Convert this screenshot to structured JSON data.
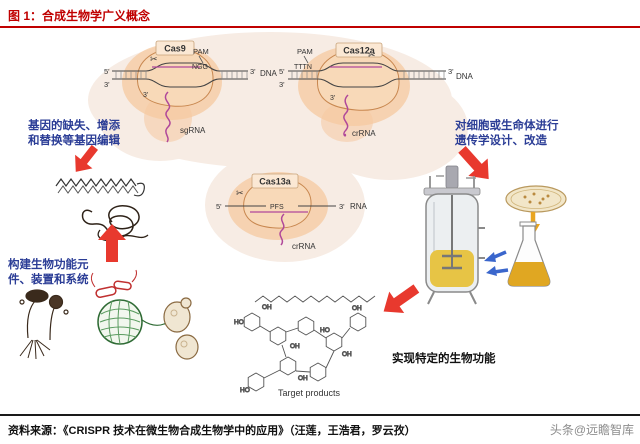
{
  "header": {
    "title": "图 1：合成生物学广义概念"
  },
  "footer": {
    "source": "资料来源：《CRISPR 技术在微生物合成生物学中的应用》（汪莲，王浩君，罗云孜）",
    "watermark": "头条@远瞻智库"
  },
  "colors": {
    "accent_red": "#c00000",
    "arrow_red": "#e8392e",
    "label_blue": "#2b3d96"
  },
  "cas9": {
    "name": "Cas9",
    "pam": "PAM",
    "seq": "NGG",
    "dna": "DNA",
    "guide": "sgRNA",
    "five_left": "5'",
    "three_left": "3'",
    "three_right": "3'",
    "three_guide": "3'"
  },
  "cas12a": {
    "name": "Cas12a",
    "pam": "PAM",
    "seq": "TTTN",
    "dna": "DNA",
    "guide": "crRNA",
    "five_left": "5'",
    "three_left": "3'",
    "three_right": "3'",
    "three_guide": "3'"
  },
  "cas13a": {
    "name": "Cas13a",
    "pfs": "PFS",
    "rna": "RNA",
    "guide": "crRNA",
    "five_left": "5'",
    "three_right": "3'"
  },
  "labels": {
    "gene_edit_line1": "基因的缺失、增添",
    "gene_edit_line2": "和替换等基因编辑",
    "design_line1": "对细胞或生命体进行",
    "design_line2": "遗传学设计、改造",
    "build_line1": "构建生物功能元",
    "build_line2": "件、装置和系统",
    "achieve": "实现特定的生物功能",
    "target_products": "Target products"
  },
  "chem_atoms": [
    "HO",
    "OH",
    "OH",
    "HO",
    "OH",
    "OH",
    "HO",
    "OH"
  ]
}
